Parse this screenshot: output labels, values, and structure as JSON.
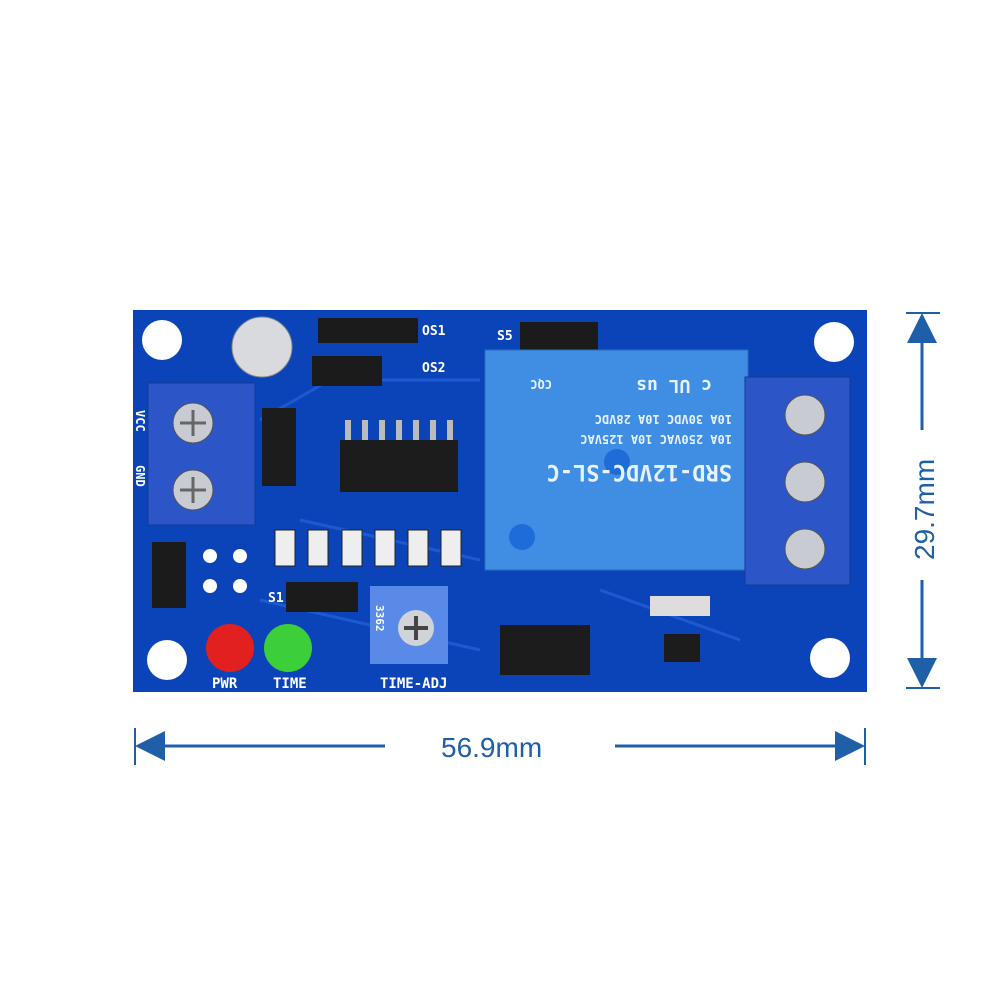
{
  "dimensions": {
    "width_label": "56.9mm",
    "height_label": "29.7mm"
  },
  "board": {
    "labels": {
      "vcc": "VCC",
      "gnd": "GND",
      "os1": "OS1",
      "os2": "OS2",
      "s5": "S5",
      "s1": "S1",
      "pwr": "PWR",
      "time": "TIME",
      "time_adj": "TIME-ADJ",
      "pot_code": "3362"
    },
    "relay": {
      "model": "SRD-12VDC-SL-C",
      "rating_line1": "10A 250VAC 10A 125VAC",
      "rating_line2": "10A 30VDC 10A 28VDC",
      "cert_ul": "c UL us",
      "cert_cqc": "CQC"
    }
  },
  "colors": {
    "pcb": "#0b44b8",
    "relay": "#3f8ee3",
    "terminal": "#2c55c8",
    "dimension": "#1f5fa8",
    "led_power": "#e32020",
    "led_time": "#3ccf3a"
  }
}
